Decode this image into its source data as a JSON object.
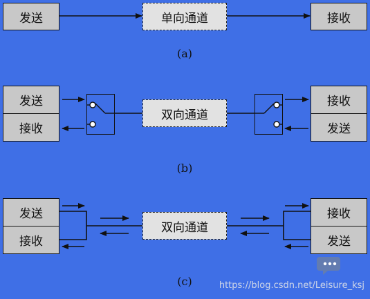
{
  "panel_a": {
    "send": "发送",
    "channel": "单向通道",
    "receive": "接收",
    "caption": "(a)"
  },
  "panel_b": {
    "left_top": "发送",
    "left_bottom": "接收",
    "channel": "双向通道",
    "right_top": "接收",
    "right_bottom": "发送",
    "caption": "(b)"
  },
  "panel_c": {
    "left_top": "发送",
    "left_bottom": "接收",
    "channel": "双向通道",
    "right_top": "接收",
    "right_bottom": "发送",
    "caption": "(c)"
  },
  "watermark": "https://blog.csdn.net/Leisure_ksj",
  "colors": {
    "background": "#3f6fe6",
    "box": "#c8c8c8",
    "channel": "#e2e2e2",
    "line": "#111111"
  }
}
